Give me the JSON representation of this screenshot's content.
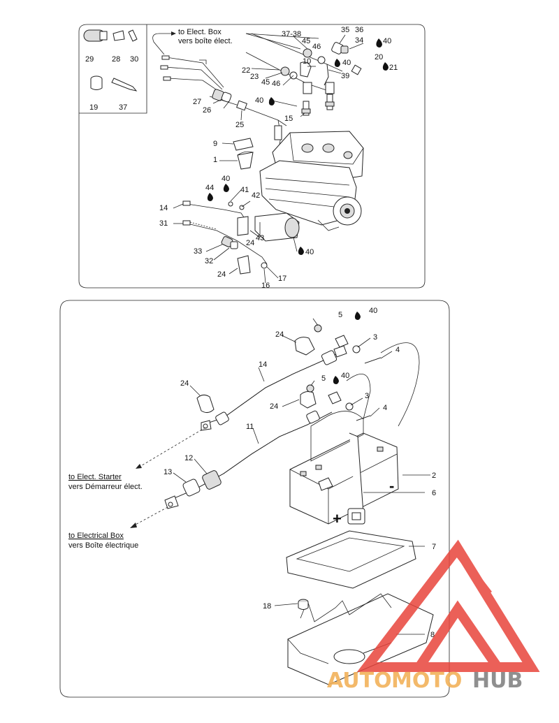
{
  "diagram": {
    "top_panel": {
      "inset_labels": [
        "29",
        "28",
        "30",
        "19",
        "37"
      ],
      "callouts": [
        "27",
        "26",
        "25",
        "22",
        "23",
        "45",
        "46",
        "37-38",
        "45",
        "46",
        "35",
        "36",
        "34",
        "10",
        "40",
        "39",
        "40",
        "20",
        "21",
        "40",
        "15",
        "9",
        "1",
        "44",
        "40",
        "41",
        "42",
        "14",
        "31",
        "24",
        "43",
        "33",
        "32",
        "24",
        "16",
        "17",
        "40"
      ],
      "destination_en": "to Elect. Box",
      "destination_fr": "vers boîte élect."
    },
    "bottom_panel": {
      "callouts": [
        "5",
        "40",
        "24",
        "3",
        "4",
        "14",
        "24",
        "5",
        "40",
        "24",
        "3",
        "4",
        "11",
        "12",
        "13",
        "2",
        "6",
        "7",
        "18",
        "8"
      ],
      "starter_en": "to Elect. Starter",
      "starter_fr": "vers Démarreur élect.",
      "box_en": "to Electrical Box",
      "box_fr": "vers Boîte électrique",
      "minus": "-",
      "plus": "+"
    }
  },
  "watermark": {
    "text_a": "AUTO",
    "text_b": "MOTO",
    "text_c": "HUB",
    "color_accent": "#e8453c",
    "color_gray": "#8a8a8a"
  }
}
